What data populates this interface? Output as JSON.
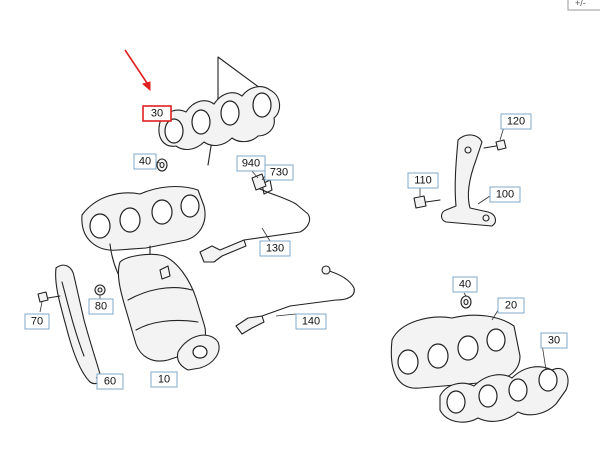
{
  "corner_tab": "+/-",
  "callouts": {
    "c30_top": "30",
    "c40_left": "40",
    "c940": "940",
    "c730": "730",
    "c130": "130",
    "c70": "70",
    "c80": "80",
    "c140": "140",
    "c60": "60",
    "c10": "10",
    "c120": "120",
    "c110": "110",
    "c100": "100",
    "c40_right": "40",
    "c20": "20",
    "c30_right": "30"
  },
  "colors": {
    "callout_border": "#7fa8c9",
    "highlight": "#e02020",
    "line_art": "#222222"
  }
}
